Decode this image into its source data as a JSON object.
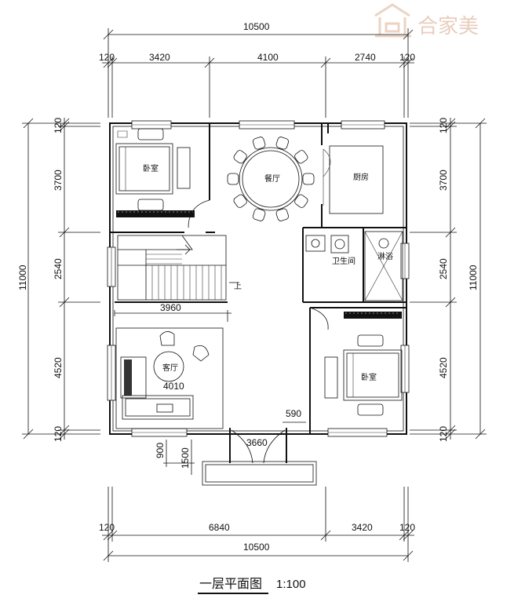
{
  "watermark": {
    "brand": "合家美"
  },
  "plan": {
    "title": "一层平面图",
    "scale": "1:100"
  },
  "dimensions": {
    "top_total": "10500",
    "top_wall_left": "120",
    "top_seg1": "3420",
    "top_seg2": "4100",
    "top_seg3": "2740",
    "top_wall_right": "120",
    "bottom_wall_left": "120",
    "bottom_seg1": "6840",
    "bottom_seg2": "3420",
    "bottom_wall_right": "120",
    "bottom_total": "10500",
    "left_wall_top": "120",
    "left_seg1": "3700",
    "left_seg2": "2540",
    "left_seg3": "4520",
    "left_wall_bottom": "120",
    "left_total": "11000",
    "right_wall_top": "120",
    "right_seg1": "3700",
    "right_seg2": "2540",
    "right_seg3": "4520",
    "right_wall_bottom": "120",
    "right_total": "11000",
    "inner_stair_width": "3960",
    "inner_living_width": "4010",
    "inner_door_590": "590",
    "inner_entry_3660": "3660",
    "inner_900": "900",
    "inner_1500": "1500"
  },
  "rooms": {
    "bedroom_1": "卧室",
    "dining": "餐厅",
    "kitchen": "厨房",
    "bathroom": "卫生间",
    "shower": "淋浴",
    "living": "客厅",
    "bedroom_2": "卧室",
    "stair_up": "上"
  }
}
